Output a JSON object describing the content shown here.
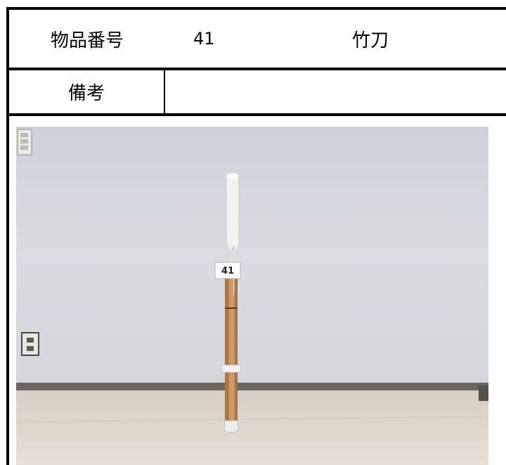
{
  "record": {
    "item_number_label": "物品番号",
    "item_number": "41",
    "item_name": "竹刀",
    "remarks_label": "備考",
    "remarks_value": ""
  },
  "photo": {
    "tag_number": "41",
    "colors": {
      "wall": "#d7dbe0",
      "floor": "#ddd6cb",
      "baseboard": "#6a6660",
      "bamboo": "#c8935f",
      "tape": "#f3f3f1"
    }
  }
}
